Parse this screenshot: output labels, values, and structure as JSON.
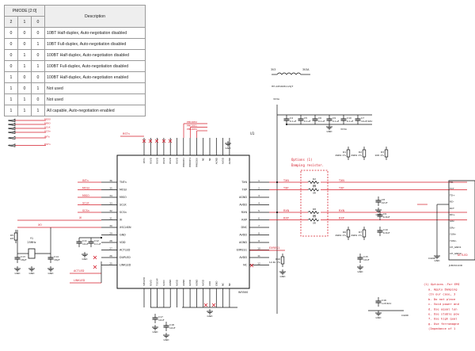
{
  "pmode_table": {
    "header_group": "PMODE [2:0]",
    "bit_headers": [
      "2",
      "1",
      "0"
    ],
    "description_header": "Description",
    "rows": [
      {
        "bits": [
          "0",
          "0",
          "0"
        ],
        "description": "10BT Half-duplex, Auto-negotiation disabled"
      },
      {
        "bits": [
          "0",
          "0",
          "1"
        ],
        "description": "10BT Full-duplex, Auto-negotiation disabled"
      },
      {
        "bits": [
          "0",
          "1",
          "0"
        ],
        "description": "100BT Half-duplex, Auto-negotiation disabled"
      },
      {
        "bits": [
          "0",
          "1",
          "1"
        ],
        "description": "100BT Full-duplex, Auto-negotiation disabled"
      },
      {
        "bits": [
          "1",
          "0",
          "0"
        ],
        "description": "100BT Half-duplex, Auto-negotiation enabled"
      },
      {
        "bits": [
          "1",
          "0",
          "1"
        ],
        "description": "Not used"
      },
      {
        "bits": [
          "1",
          "1",
          "0"
        ],
        "description": "Not used"
      },
      {
        "bits": [
          "1",
          "1",
          "1"
        ],
        "description": "All capable, Auto-negotiation enabled"
      }
    ]
  },
  "schematic": {
    "chip_label": "U1",
    "chip_part": "W5500",
    "ferrite": "HH-1M1608-121JT",
    "rail_3v3": "3V3",
    "rail_3v3a": "3V3A",
    "left_pins": [
      "TNTn",
      "MOSI",
      "MISO",
      "SCLK",
      "SCSn",
      "XI",
      "XSCLKIN",
      "GND",
      "VDD",
      "ACTLED",
      "DUPLED",
      "LINKLED"
    ],
    "right_pins": [
      "TXN",
      "TXP",
      "AGND",
      "AVDD",
      "RXN",
      "RXP",
      "DNC",
      "AVDD",
      "AGND",
      "EXRES1",
      "AVDD",
      "NC"
    ],
    "left_nets": [
      "INTn",
      "MOSI",
      "MISO",
      "SCLK",
      "SCSn"
    ],
    "far_left_inputs": [
      "MOSI",
      "MISO",
      "SCLK",
      "SCSn",
      "INTn",
      "RSTn"
    ],
    "far_left_net_labels": [
      "MOSI",
      "MISO",
      "SCLK",
      "SCSn",
      "INTn",
      "RSTn"
    ],
    "top_net_rstn": "RSTn",
    "pmode_nets": [
      "PMODE2",
      "PMODE1",
      "PMODE0"
    ],
    "led_nets": [
      "ACTLED",
      "LINKLED"
    ],
    "xi_label": "XI",
    "xo_label": "XO",
    "crystal": {
      "ref": "Y1",
      "value": "25MHz"
    },
    "r5": {
      "ref": "R5",
      "value": "1M"
    },
    "exres": {
      "net": "EXRES1",
      "ref": "R10",
      "value": "12.4k 1%"
    },
    "caps_top": [
      {
        "ref": "C4",
        "value": "0.1uF"
      },
      {
        "ref": "C5",
        "value": "0.1uF"
      },
      {
        "ref": "C6",
        "value": "0.1uF"
      },
      {
        "ref": "C9",
        "value": "0.1uF"
      },
      {
        "ref": "C10",
        "value": "0.1uF"
      },
      {
        "ref": "C7",
        "value": "10uF/16V"
      }
    ],
    "options_box": {
      "title": "Options (1)",
      "subtitle": "Damping resistor."
    },
    "damping": [
      {
        "ref": "R1",
        "value": "49R9 1%"
      },
      {
        "ref": "R2",
        "value": "49R9 1%"
      },
      {
        "ref": "R3",
        "value": "10R 1%"
      },
      {
        "ref": "R6",
        "value": "49R9 1%"
      },
      {
        "ref": "R7",
        "value": "49R9 1%"
      }
    ],
    "nets_right": [
      "TXN",
      "TXP",
      "RXN",
      "RXP"
    ],
    "connector_pins": [
      "TD-",
      "TCT",
      "TD+",
      "RD-",
      "RCT",
      "RD+",
      "GRn",
      "GRn-",
      "YLWn",
      "YLWn-",
      "CH_GND1",
      "CH_GND2"
    ],
    "connector_ref": "J1BV011DD",
    "notes_title": "(1) Options -For EMI",
    "notes": [
      "a. Apply Damping",
      "(In our case, 3",
      "b. Do not place",
      "c. Void power and",
      "d. Use equal len",
      "e. Use stable pow",
      "f. Use high qual",
      "g. Use ferromagne",
      "(Impedance of 1"
    ],
    "bottom_caps": [
      {
        "ref": "C17",
        "value": "10nF"
      },
      {
        "ref": "C18",
        "value": "10nF"
      },
      {
        "ref": "C15",
        "value": "10nF"
      },
      {
        "ref": "C16",
        "value": "1nF/2kV"
      }
    ],
    "ground": "GND",
    "cgnd": "CGND",
    "colors": {
      "wire": "#d41c2a",
      "line": "#111111",
      "note": "#d41c2a"
    }
  }
}
